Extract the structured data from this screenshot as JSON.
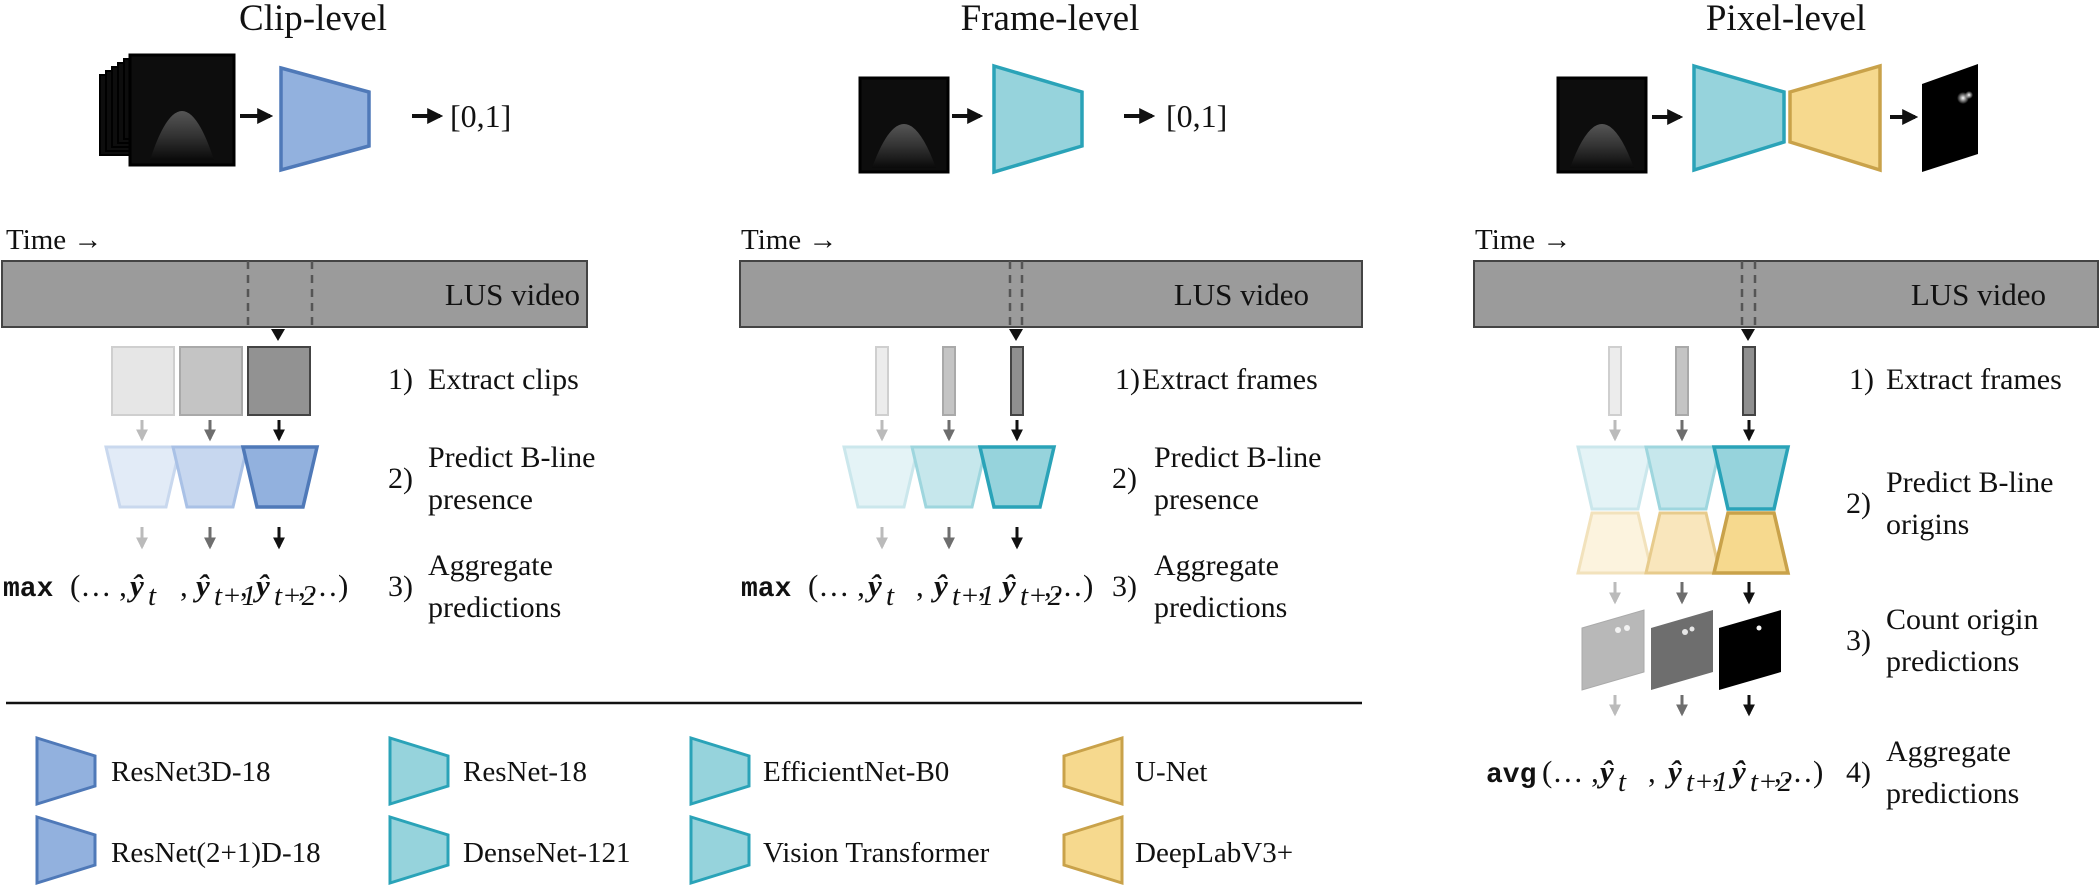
{
  "colors": {
    "resnet3d": "#92b1de",
    "resnet3d_stroke": "#4f79b8",
    "cyan": "#96d3dc",
    "cyan_stroke": "#2aa3b8",
    "yellow": "#f6d98e",
    "yellow_stroke": "#c9a24a",
    "bar": "#9b9b9b",
    "bar_stroke": "#444444"
  },
  "panels": {
    "clip": {
      "title": "Clip-level",
      "output_range": "[0,1]",
      "time_label": "Time →",
      "video_label": "LUS video",
      "steps": [
        {
          "num": "1)",
          "lines": [
            "Extract clips"
          ]
        },
        {
          "num": "2)",
          "lines": [
            "Predict B-line",
            "presence"
          ]
        },
        {
          "num": "3)",
          "lines": [
            "Aggregate",
            "predictions"
          ]
        }
      ],
      "aggregate": {
        "func": "max",
        "open": "(… ,",
        "t0": "t",
        "t1": "t+1",
        "t2": "t+2",
        "close": "…)"
      }
    },
    "frame": {
      "title": "Frame-level",
      "output_range": "[0,1]",
      "time_label": "Time →",
      "video_label": "LUS video",
      "steps": [
        {
          "num": "1)",
          "lines": [
            "Extract frames"
          ]
        },
        {
          "num": "2)",
          "lines": [
            "Predict B-line",
            "presence"
          ]
        },
        {
          "num": "3)",
          "lines": [
            "Aggregate",
            "predictions"
          ]
        }
      ],
      "aggregate": {
        "func": "max",
        "open": "(… ,",
        "t0": "t",
        "t1": "t+1",
        "t2": "t+2",
        "close": "…)"
      }
    },
    "pixel": {
      "title": "Pixel-level",
      "time_label": "Time →",
      "video_label": "LUS video",
      "steps": [
        {
          "num": "1)",
          "lines": [
            "Extract frames"
          ]
        },
        {
          "num": "2)",
          "lines": [
            "Predict B-line",
            "origins"
          ]
        },
        {
          "num": "3)",
          "lines": [
            "Count origin",
            "predictions"
          ]
        },
        {
          "num": "4)",
          "lines": [
            "Aggregate",
            "predictions"
          ]
        }
      ],
      "aggregate": {
        "func": "avg",
        "open": "(… ,",
        "t0": "t",
        "t1": "t+1",
        "t2": "t+2",
        "close": "…)"
      }
    }
  },
  "legend": [
    {
      "label": "ResNet3D-18",
      "color": "resnet3d"
    },
    {
      "label": "ResNet-18",
      "color": "cyan"
    },
    {
      "label": "EfficientNet-B0",
      "color": "cyan"
    },
    {
      "label": "U-Net",
      "color": "yellow"
    },
    {
      "label": "ResNet(2+1)D-18",
      "color": "resnet3d"
    },
    {
      "label": "DenseNet-121",
      "color": "cyan"
    },
    {
      "label": "Vision Transformer",
      "color": "cyan"
    },
    {
      "label": "DeepLabV3+",
      "color": "yellow"
    }
  ]
}
